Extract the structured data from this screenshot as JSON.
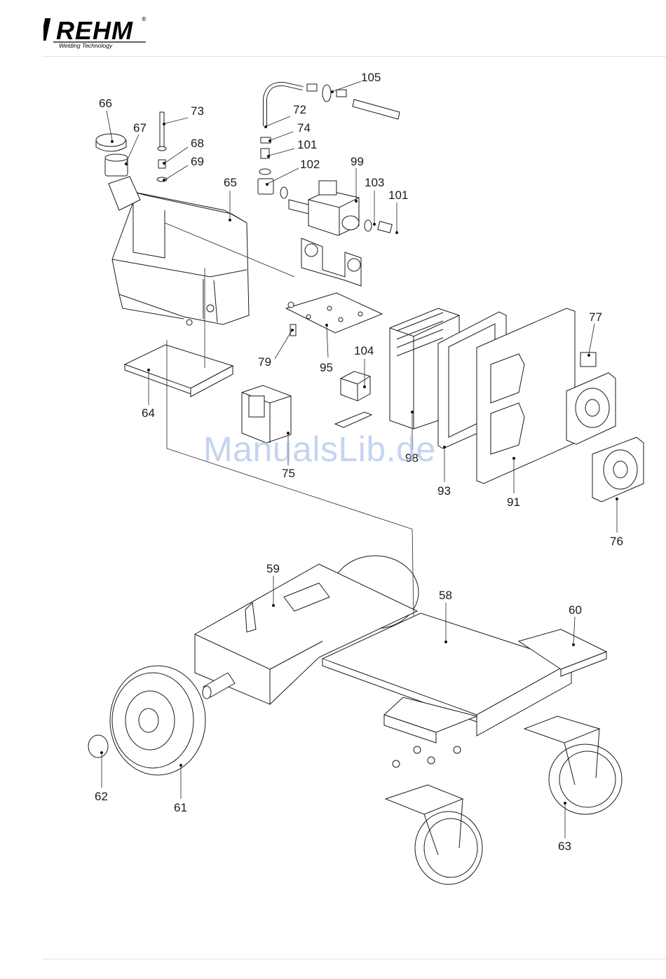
{
  "header": {
    "brand": "REHM",
    "registered_mark": "®",
    "tagline": "Welding Technology"
  },
  "watermark": "ManualsLib.de",
  "callouts": [
    {
      "id": "c66",
      "text": "66"
    },
    {
      "id": "c67",
      "text": "67"
    },
    {
      "id": "c73",
      "text": "73"
    },
    {
      "id": "c68",
      "text": "68"
    },
    {
      "id": "c69",
      "text": "69"
    },
    {
      "id": "c65",
      "text": "65"
    },
    {
      "id": "c72",
      "text": "72"
    },
    {
      "id": "c74",
      "text": "74"
    },
    {
      "id": "c101a",
      "text": "101"
    },
    {
      "id": "c102",
      "text": "102"
    },
    {
      "id": "c105",
      "text": "105"
    },
    {
      "id": "c99",
      "text": "99"
    },
    {
      "id": "c103",
      "text": "103"
    },
    {
      "id": "c101b",
      "text": "101"
    },
    {
      "id": "c77",
      "text": "77"
    },
    {
      "id": "c79",
      "text": "79"
    },
    {
      "id": "c95",
      "text": "95"
    },
    {
      "id": "c104",
      "text": "104"
    },
    {
      "id": "c64",
      "text": "64"
    },
    {
      "id": "c75",
      "text": "75"
    },
    {
      "id": "c98",
      "text": "98"
    },
    {
      "id": "c93",
      "text": "93"
    },
    {
      "id": "c91",
      "text": "91"
    },
    {
      "id": "c76",
      "text": "76"
    },
    {
      "id": "c59",
      "text": "59"
    },
    {
      "id": "c58",
      "text": "58"
    },
    {
      "id": "c60",
      "text": "60"
    },
    {
      "id": "c62",
      "text": "62"
    },
    {
      "id": "c61",
      "text": "61"
    },
    {
      "id": "c63",
      "text": "63"
    }
  ]
}
